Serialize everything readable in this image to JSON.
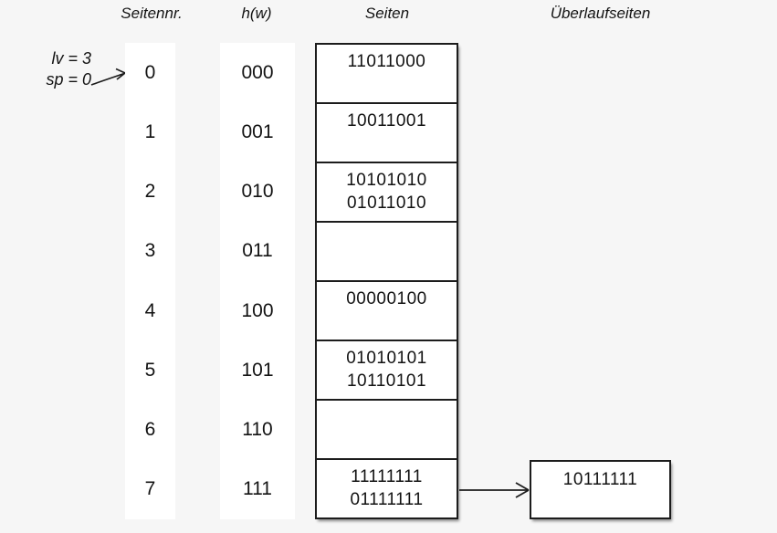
{
  "colors": {
    "background": "#f6f6f6",
    "box_fill": "#ffffff",
    "line": "#1c1c1c",
    "text": "#131313"
  },
  "headers": {
    "seitennr": "Seitennr.",
    "hw": "h(w)",
    "seiten": "Seiten",
    "ueberlauf": "Überlaufseiten"
  },
  "annotation": {
    "lv": "lv = 3",
    "sp": "sp = 0"
  },
  "rows": [
    {
      "nr": "0",
      "hash": "000",
      "values": [
        "11011000"
      ]
    },
    {
      "nr": "1",
      "hash": "001",
      "values": [
        "10011001"
      ]
    },
    {
      "nr": "2",
      "hash": "010",
      "values": [
        "10101010",
        "01011010"
      ]
    },
    {
      "nr": "3",
      "hash": "011",
      "values": []
    },
    {
      "nr": "4",
      "hash": "100",
      "values": [
        "00000100"
      ]
    },
    {
      "nr": "5",
      "hash": "101",
      "values": [
        "01010101",
        "10110101"
      ]
    },
    {
      "nr": "6",
      "hash": "110",
      "values": []
    },
    {
      "nr": "7",
      "hash": "111",
      "values": [
        "11111111",
        "01111111"
      ]
    }
  ],
  "overflow": {
    "from_row": "7",
    "values": [
      "10111111"
    ]
  }
}
